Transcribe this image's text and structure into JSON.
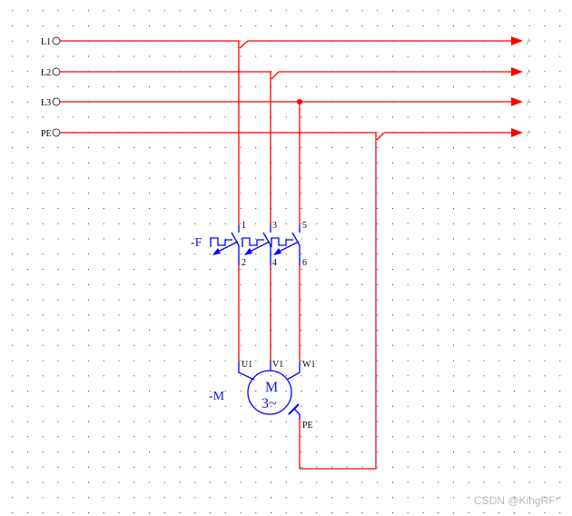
{
  "colors": {
    "wire": "#ff0000",
    "symbol": "#0000ff",
    "grid": "#333333"
  },
  "terminals": [
    {
      "label": "L1"
    },
    {
      "label": "L2"
    },
    {
      "label": "L3"
    },
    {
      "label": "PE"
    }
  ],
  "breaker": {
    "designator": "-F",
    "pins": [
      "1",
      "3",
      "5",
      "2",
      "4",
      "6"
    ]
  },
  "motor": {
    "designator": "-M",
    "symbol_top": "M",
    "symbol_bottom": "3~",
    "pins": [
      "U1",
      "V1",
      "W1",
      "PE"
    ]
  },
  "watermark": "CSDN @KingRF*"
}
